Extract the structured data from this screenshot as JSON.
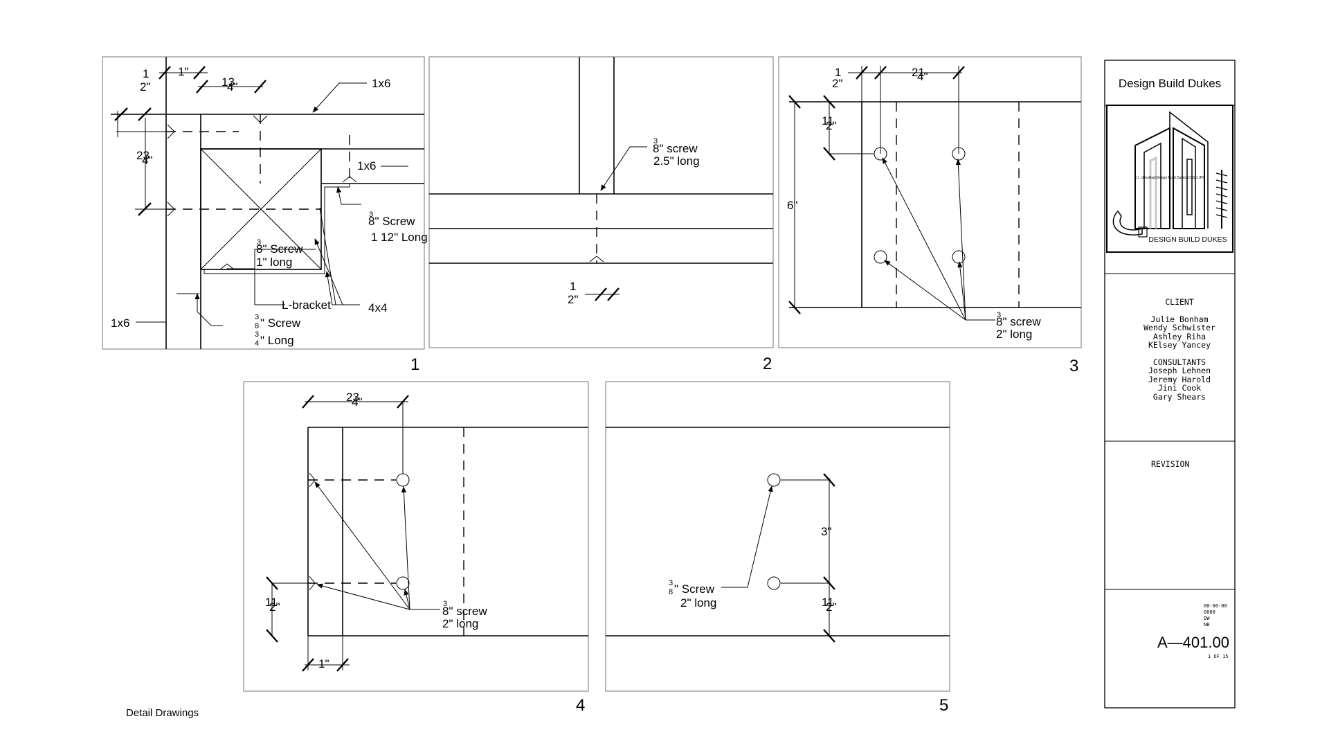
{
  "sheet": {
    "caption": "Detail Drawings"
  },
  "title_block": {
    "firm_name": "Design Build Dukes",
    "logo_path": "C:\\...\\Desktop\\Design Build Dukes\\LOGO.JPG",
    "logo_text": "DESIGN BUILD DUKES",
    "client_heading": "CLIENT",
    "clients": [
      "Julie Bonham",
      "Wendy Schwister",
      "Ashley Riha",
      "KElsey Yancey"
    ],
    "consultants_heading": "CONSULTANTS",
    "consultants": [
      "Joseph Lehnen",
      "Jeremy Harold",
      "Jini Cook",
      "Gary Shears"
    ],
    "revision_heading": "REVISION",
    "meta": [
      "00-00-00",
      "0000",
      "DW",
      "NB"
    ],
    "sheet_number": "A—401.00",
    "sheet_count": "1 OF 15"
  },
  "details": {
    "d1": {
      "number": "1",
      "label_1x6_top": "1x6",
      "label_1x6_right": "1x6",
      "label_1x6_left": "1x6",
      "label_4x4": "4x4",
      "label_bracket": "L-bracket",
      "dim_half": "1",
      "dim_half_den": "2\"",
      "dim_1in": "1\"",
      "dim_1_3_4": "13",
      "dim_1_3_4_den": "4\"",
      "dim_2_3_4": "23",
      "dim_2_3_4_den": "4\"",
      "screw_a_num": "3",
      "screw_a_text": "8\" Screw",
      "screw_a_len": "1 12\" Long",
      "screw_b_num": "3",
      "screw_b_text": "8\" Screw",
      "screw_b_len": "1\" long",
      "screw_c_num": "3",
      "screw_c_den": "8",
      "screw_c_text": "\" Screw",
      "screw_c_len_num": "3",
      "screw_c_len_den": "4",
      "screw_c_len": "\" Long"
    },
    "d2": {
      "number": "2",
      "screw_num": "3",
      "screw_text": "8\" screw",
      "screw_len": "2.5\" long",
      "dim_num": "1",
      "dim_den": "2\""
    },
    "d3": {
      "number": "3",
      "dim_half": "1",
      "dim_half_den": "2\"",
      "dim_2_1_4": "21",
      "dim_2_1_4_den": "4\"",
      "dim_1_1_2": "11",
      "dim_1_1_2_den": "2\"",
      "dim_6in": "6\"",
      "screw_num": "3",
      "screw_text": "8\" screw",
      "screw_len": "2\" long"
    },
    "d4": {
      "number": "4",
      "dim_2_3_4": "23",
      "dim_2_3_4_den": "4\"",
      "dim_1_1_2": "11",
      "dim_1_1_2_den": "2\"",
      "dim_1in": "1\"",
      "screw_num": "3",
      "screw_text": "8\" screw",
      "screw_len": "2\" long"
    },
    "d5": {
      "number": "5",
      "dim_3in": "3\"",
      "dim_1_1_2": "11",
      "dim_1_1_2_den": "2\"",
      "screw_num": "3",
      "screw_den": "8",
      "screw_text": "\" Screw",
      "screw_len": "2\" long"
    }
  }
}
